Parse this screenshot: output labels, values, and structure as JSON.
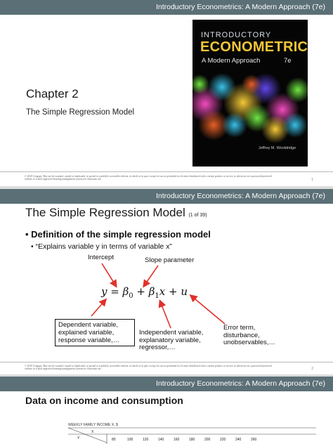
{
  "header_text": "Introductory Econometrics: A Modern Approach (7e)",
  "copyright": "© 2020 Cengage. May not be scanned, copied or duplicated, or posted to a publicly accessible website, in whole or in part, except for use as permitted in a license distributed with a certain product or service or otherwise on a password-protected website or school-approved learning management system for classroom use.",
  "slide1": {
    "chapter": "Chapter 2",
    "subtitle": "The Simple Regression Model",
    "page": "1",
    "book": {
      "line1": "INTRODUCTORY",
      "line2": "ECONOMETRICS",
      "line3": "A Modern Approach",
      "edition": "7e",
      "author": "Jeffrey M. Wooldridge"
    }
  },
  "slide2": {
    "title": "The Simple Regression Model",
    "title_note": "(1 of 39)",
    "bullet1": "Definition of the simple regression model",
    "bullet2": "“Explains variable y in terms of variable x”",
    "intercept_label": "Intercept",
    "slope_label": "Slope parameter",
    "dependent_box": [
      "Dependent variable,",
      "explained variable,",
      "response variable,…"
    ],
    "independent_label": [
      "Independent variable,",
      "explanatory variable,",
      "regressor,…"
    ],
    "error_label": [
      "Error term,",
      "disturbance,",
      "unobservables,…"
    ],
    "page": "2"
  },
  "slide3": {
    "title": "Data on income and consumption",
    "table_caption": "WEEKLY FAMILY INCOME X, $",
    "columns": [
      "80",
      "100",
      "120",
      "140",
      "160",
      "180",
      "200",
      "220",
      "240",
      "260"
    ],
    "row_labels": [
      "Y",
      "X"
    ]
  },
  "colors": {
    "header_bg": "#5b6f76",
    "arrow": "#e0312b",
    "gold_title": "#f3c63a"
  }
}
